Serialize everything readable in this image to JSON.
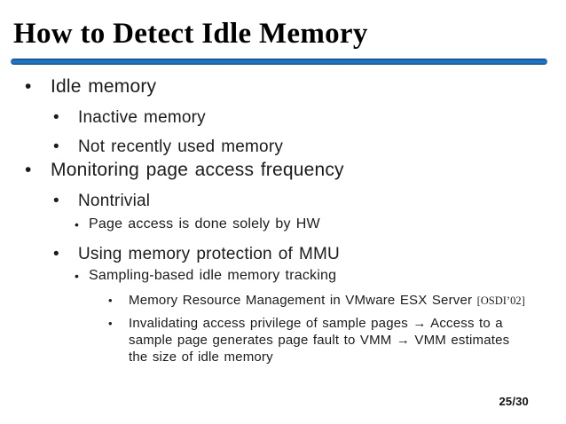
{
  "title": "How to Detect Idle Memory",
  "accent_color": "#1d6fc0",
  "footer": {
    "page_number": "25/30"
  },
  "content": {
    "bullet_glyph": "•",
    "items": [
      {
        "level": 1,
        "text": "Idle memory"
      },
      {
        "level": 2,
        "text": "Inactive memory"
      },
      {
        "level": 2,
        "text": "Not recently used memory"
      },
      {
        "level": 1,
        "text": "Monitoring page access frequency"
      },
      {
        "level": 2,
        "text": "Nontrivial"
      },
      {
        "level": 3,
        "text": "Page access is done solely by HW"
      },
      {
        "level": 2,
        "text": "Using memory protection of MMU"
      },
      {
        "level": 3,
        "text": "Sampling-based idle memory tracking"
      },
      {
        "level": 4,
        "text": "Memory Resource Management in VMware ESX Server",
        "cite": "[OSDI’02]"
      },
      {
        "level": 4,
        "text": "Invalidating access privilege of sample pages → Access to a sample page generates page fault to VMM → VMM estimates the size of idle memory"
      }
    ]
  }
}
